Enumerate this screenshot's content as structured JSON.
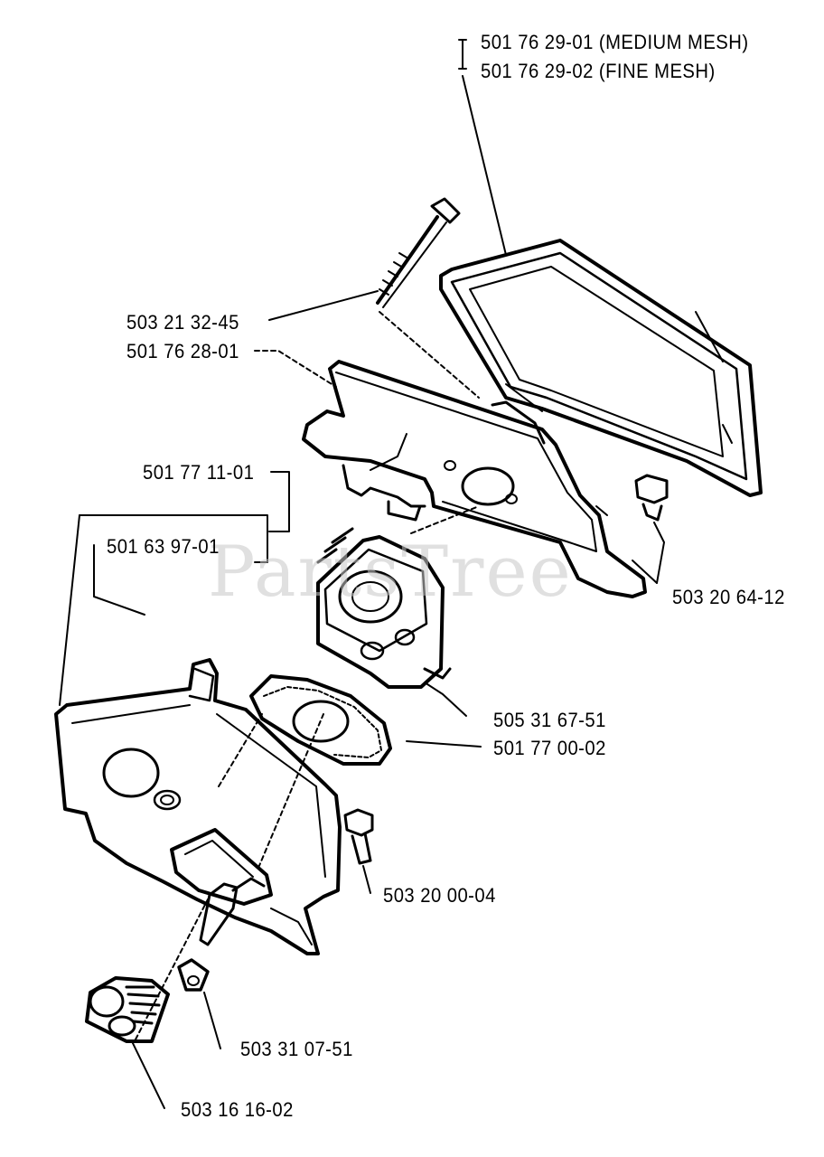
{
  "watermark": "PartsTree",
  "labels": {
    "air_filter_medium": "501 76 29-01 (MEDIUM MESH)",
    "air_filter_fine": "501 76 29-02 (FINE MESH)",
    "screw_long": "503 21 32-45",
    "filter_holder": "501 76 28-01",
    "part_501771101": "501 77 11-01",
    "part_501639701": "501 63 97-01",
    "screw_right": "503 20 64-12",
    "carburetor": "505 31 67-51",
    "gasket": "501 77 00-02",
    "screw_bottom": "503 20 00-04",
    "sleeve": "503 31 07-51",
    "knob": "503 16 16-02"
  },
  "colors": {
    "ink": "#000000",
    "paper": "#ffffff",
    "watermark": "#c8c8c8"
  }
}
